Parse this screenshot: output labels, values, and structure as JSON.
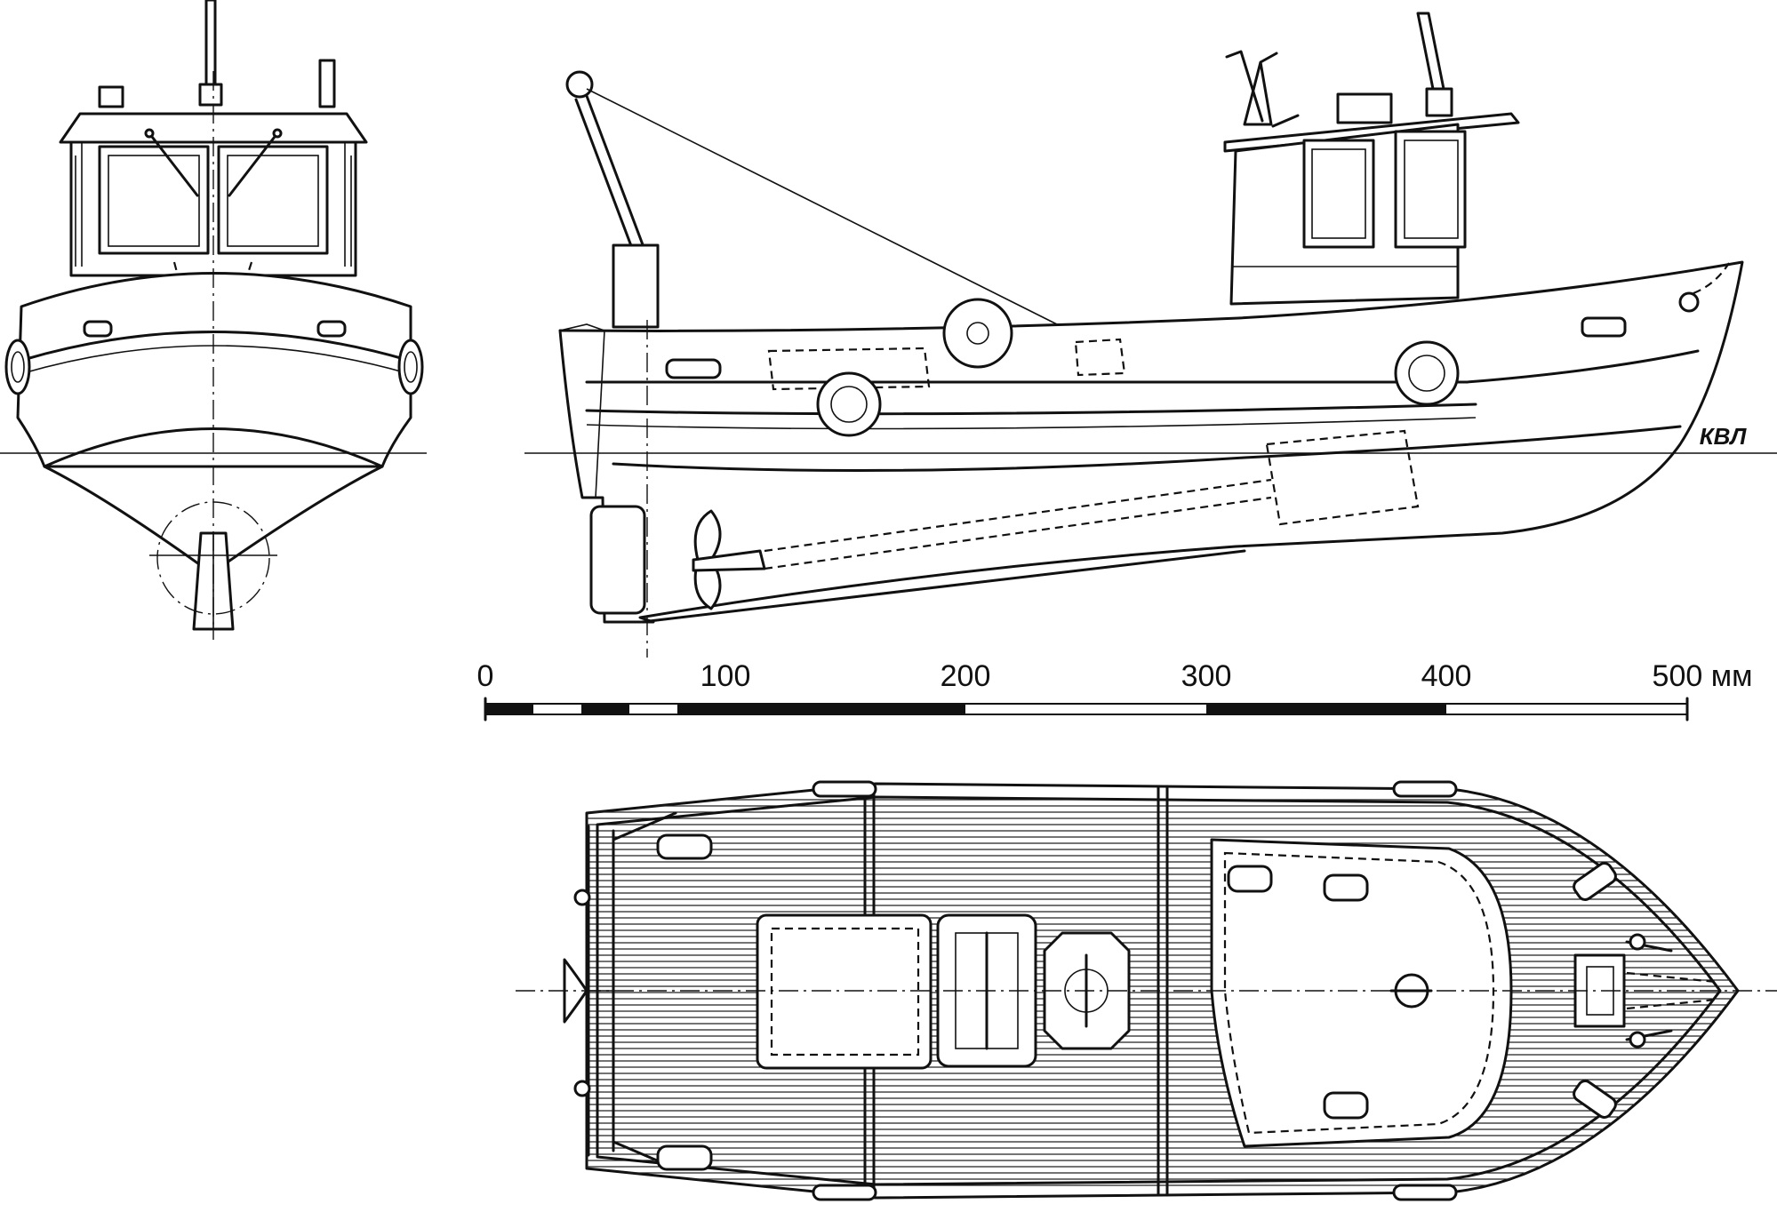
{
  "waterline_label": "КВЛ",
  "scale": {
    "ticks": [
      "0",
      "100",
      "200",
      "300",
      "400",
      "500 мм"
    ]
  }
}
